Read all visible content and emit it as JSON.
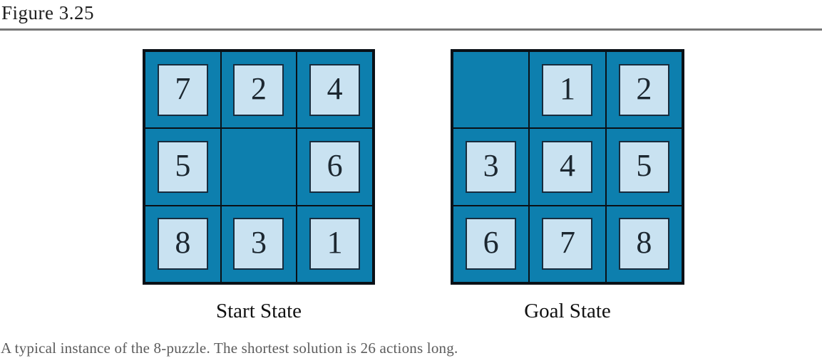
{
  "figure": {
    "label": "Figure 3.25",
    "caption": "A typical instance of the 8-puzzle. The shortest solution is 26 actions long."
  },
  "boards": [
    {
      "name": "Start State",
      "cells": [
        "7",
        "2",
        "4",
        "5",
        null,
        "6",
        "8",
        "3",
        "1"
      ]
    },
    {
      "name": "Goal State",
      "cells": [
        null,
        "1",
        "2",
        "3",
        "4",
        "5",
        "6",
        "7",
        "8"
      ]
    }
  ],
  "colors": {
    "board_background": "#0d7fae",
    "tile_background": "#c9e2f1",
    "tile_border": "#182c3d",
    "grid_line": "#0a1016",
    "divider": "#767676",
    "caption_text": "#5c5c5c"
  }
}
